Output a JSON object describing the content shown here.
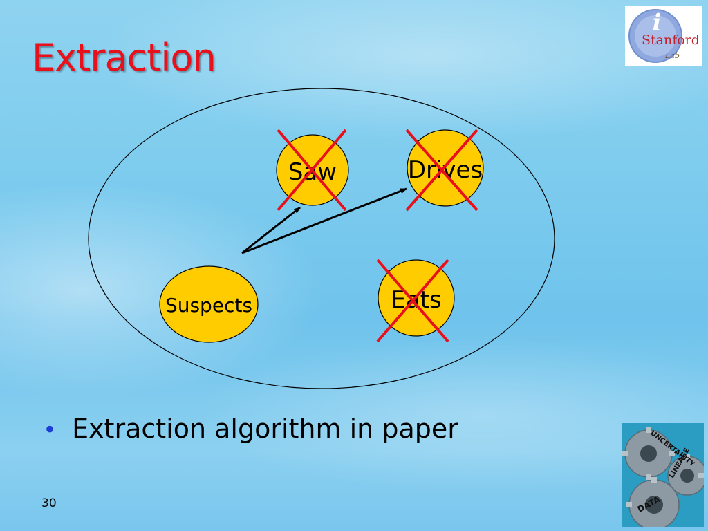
{
  "slide": {
    "title": "Extraction",
    "bullets": [
      "Extraction algorithm in paper"
    ],
    "slide_number": "30"
  },
  "diagram": {
    "nodes": [
      {
        "id": "suspects",
        "label": "Suspects",
        "crossed": false
      },
      {
        "id": "saw",
        "label": "Saw",
        "crossed": true
      },
      {
        "id": "drives",
        "label": "Drives",
        "crossed": true
      },
      {
        "id": "eats",
        "label": "Eats",
        "crossed": true
      }
    ],
    "edges": [
      {
        "from": "suspects",
        "to": "saw"
      },
      {
        "from": "suspects",
        "to": "drives"
      }
    ],
    "colors": {
      "node_fill": "#ffcc00",
      "cross": "#e8101a",
      "title": "#e8101a",
      "bullet": "#1d3fd8"
    }
  },
  "logos": {
    "stanford": {
      "icon": "stanford-infolab-logo-icon",
      "text": "Stanford",
      "subtext": "Lab"
    },
    "gears": {
      "icon": "gears-logo-icon",
      "words": [
        "UNCERTAINTY",
        "LINEAGE",
        "DATA"
      ]
    }
  }
}
